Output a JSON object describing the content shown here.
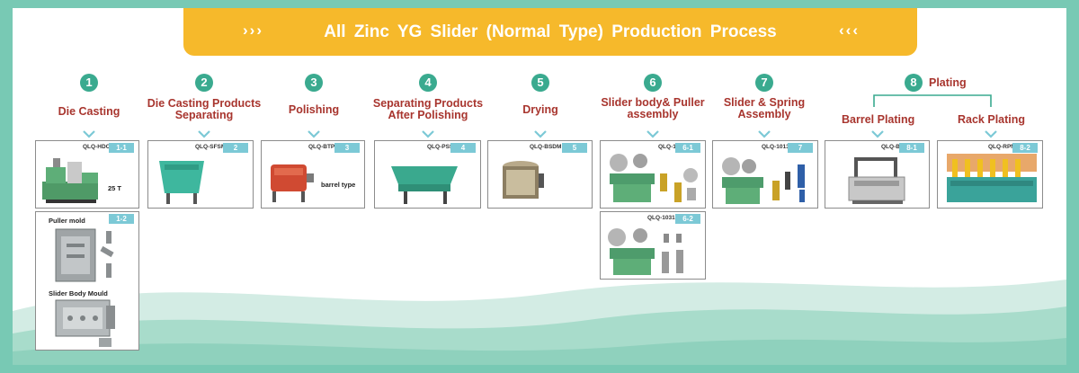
{
  "title": "All Zinc YG Slider (Normal Type) Production Process",
  "title_chevrons_left": "›››",
  "title_chevrons_right": "‹‹‹",
  "colors": {
    "banner": "#f6b92b",
    "accent": "#3aaa8f",
    "label": "#a8352e",
    "frame": "#78c9b4",
    "tag": "#7cc9d6"
  },
  "steps": [
    {
      "number": "1",
      "label": "Die Casting"
    },
    {
      "number": "2",
      "label": "Die Casting Products Separating"
    },
    {
      "number": "3",
      "label": "Polishing"
    },
    {
      "number": "4",
      "label": "Separating Products After Polishing"
    },
    {
      "number": "5",
      "label": "Drying"
    },
    {
      "number": "6",
      "label": "Slider body& Puller assembly"
    },
    {
      "number": "7",
      "label": "Slider & Spring Assembly"
    },
    {
      "number": "8",
      "label": "Plating"
    }
  ],
  "plating_sub": [
    "Barrel Plating",
    "Rack Plating"
  ],
  "cards": [
    {
      "code": "QLQ-HDCM",
      "tag": "1-1",
      "note": "25 T",
      "icon": "die-casting-machine"
    },
    {
      "code": "",
      "tag": "1-2",
      "note": "Puller mold",
      "note2": "Slider Body Mould",
      "icon": "mould"
    },
    {
      "code": "QLQ-SFSM",
      "tag": "2",
      "note": "",
      "icon": "separator-machine"
    },
    {
      "code": "QLQ-BTPM",
      "tag": "3",
      "note": "barrel type",
      "icon": "polishing-barrel"
    },
    {
      "code": "QLQ-PSSM",
      "tag": "4",
      "note": "",
      "icon": "separating-machine"
    },
    {
      "code": "QLQ-BSDM ( A )",
      "tag": "5",
      "note": "",
      "icon": "drying-machine"
    },
    {
      "code": "QLQ-1001YG",
      "tag": "6-1",
      "note": "",
      "icon": "assembly-machine"
    },
    {
      "code": "QLQ-1031",
      "tag": "6-2",
      "note": "",
      "icon": "assembly-machine"
    },
    {
      "code": "QLQ-1013D",
      "tag": "7",
      "note": "",
      "icon": "spring-assembly-machine"
    },
    {
      "code": "QLQ-BPM",
      "tag": "8-1",
      "note": "",
      "icon": "barrel-plating-machine"
    },
    {
      "code": "QLQ-RPM",
      "tag": "8-2",
      "note": "",
      "icon": "rack-plating-line"
    }
  ]
}
